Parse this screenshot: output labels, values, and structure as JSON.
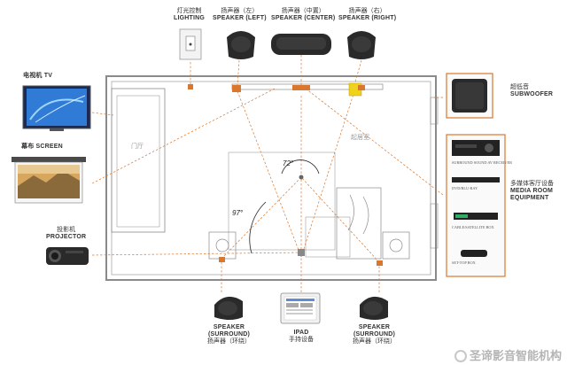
{
  "labels": {
    "lighting_cn": "灯光控制",
    "lighting_en": "LIGHTING",
    "speaker_left_cn": "扬声器（左）",
    "speaker_left_en": "SPEAKER (LEFT)",
    "speaker_center_cn": "扬声器（中置）",
    "speaker_center_en": "SPEAKER (CENTER)",
    "speaker_right_cn": "扬声器（右）",
    "speaker_right_en": "SPEAKER (RIGHT)",
    "tv_label": "电视机 TV",
    "screen_label": "幕布 SCREEN",
    "projector_cn": "投影机",
    "projector_en": "PROJECTOR",
    "subwoofer_cn": "超低音",
    "subwoofer_en": "SUBWOOFER",
    "media_cn": "多媒体客厅设备",
    "media_en_1": "MEDIA ROOM",
    "media_en_2": "EQUIPMENT",
    "surround_left_en_1": "SPEAKER",
    "surround_left_en_2": "(SURROUND)",
    "surround_left_cn": "扬声器（环绕）",
    "ipad_en": "IPAD",
    "ipad_cn": "手持设备",
    "surround_right_en_1": "SPEAKER",
    "surround_right_en_2": "(SURROUND)",
    "surround_right_cn": "扬声器（环绕）",
    "room_left": "门厅",
    "room_right": "起居室",
    "angle_small": "72°",
    "angle_large": "97°"
  },
  "equipment_list": {
    "receiver": "SURROUND SOUND AV RECEIVER",
    "dvd": "DVD/BLU-RAY",
    "cable": "CABLE/SATELLITE BOX",
    "settop": "SET-TOP BOX"
  },
  "watermark": "圣谛影音智能机构",
  "colors": {
    "accent": "#d9772e",
    "wall": "#777777",
    "speaker": "#2a2a2a"
  }
}
